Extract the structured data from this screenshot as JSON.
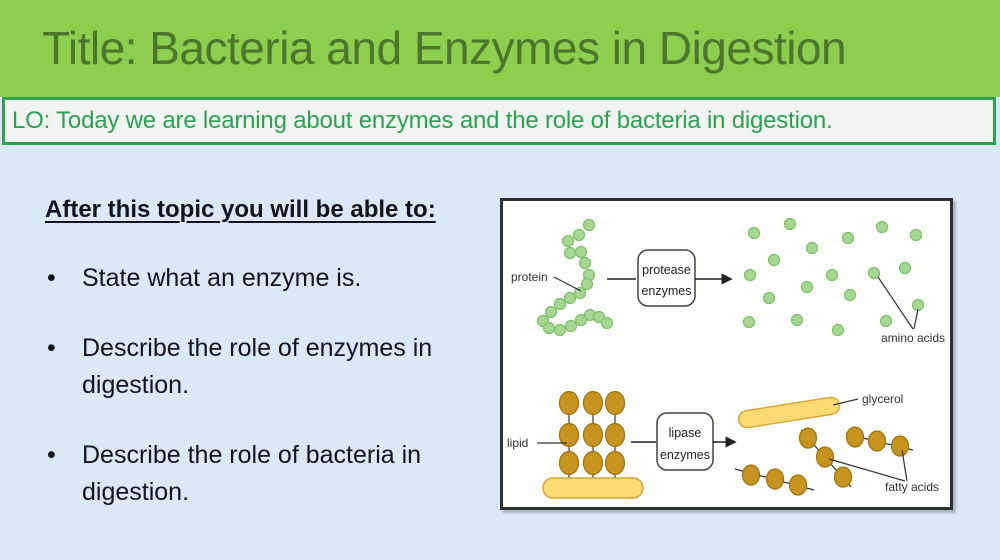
{
  "slide": {
    "banner": {
      "title": "Title: Bacteria and Enzymes in Digestion",
      "bg_color": "#8CCE4D",
      "text_color": "#4A772B"
    },
    "lo_box": {
      "text": "LO: Today we are learning about enzymes and the role of bacteria in digestion.",
      "border_color": "#2FA24F",
      "text_color": "#2CA053"
    },
    "objectives": {
      "heading": "After this topic you will be able to:",
      "items": [
        "State what an enzyme is.",
        "Describe the role of enzymes in digestion.",
        "Describe the role of bacteria in digestion."
      ]
    },
    "background_color": "#DBE8F5"
  },
  "diagram": {
    "protein_label": "protein",
    "protease_box": [
      "protease",
      "enzymes"
    ],
    "amino_acids_label": "amino acids",
    "lipid_label": "lipid",
    "lipase_box": [
      "lipase",
      "enzymes"
    ],
    "glycerol_label": "glycerol",
    "fatty_acids_label": "fatty acids",
    "colors": {
      "molecule_green": "#A6D793",
      "molecule_brown": "#C79420",
      "bar_yellow": "#FBDB72",
      "panel_border": "#2F2F2F"
    }
  }
}
